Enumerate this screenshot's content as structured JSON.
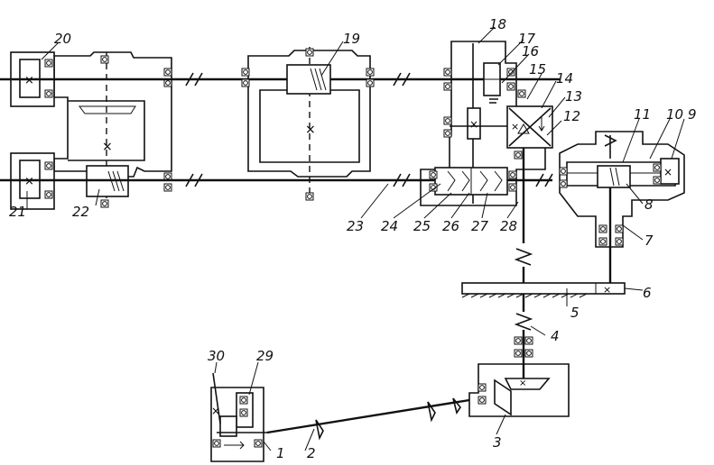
{
  "labels": {
    "n1": "1",
    "n2": "2",
    "n3": "3",
    "n4": "4",
    "n5": "5",
    "n6": "6",
    "n7": "7",
    "n8": "8",
    "n9": "9",
    "n10": "10",
    "n11": "11",
    "n12": "12",
    "n13": "13",
    "n14": "14",
    "n15": "15",
    "n16": "16",
    "n17": "17",
    "n18": "18",
    "n19": "19",
    "n20": "20",
    "n21": "21",
    "n22": "22",
    "n23": "23",
    "n24": "24",
    "n25": "25",
    "n26": "26",
    "n27": "27",
    "n28": "28",
    "n29": "29",
    "n30": "30"
  }
}
